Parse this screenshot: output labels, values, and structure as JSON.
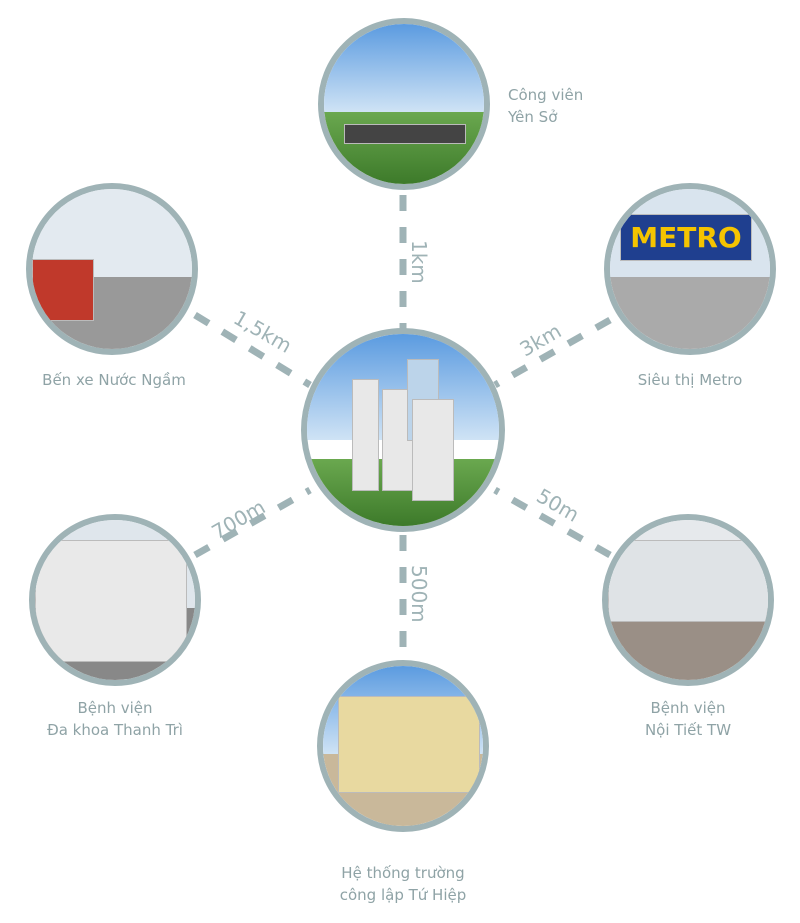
{
  "center": {
    "name": "project-render"
  },
  "destinations": [
    {
      "id": "yen-so-park",
      "lines": [
        "Công viên",
        "Yên Sở"
      ],
      "distance": "1km"
    },
    {
      "id": "metro",
      "lines": [
        "Siêu thị Metro"
      ],
      "distance": "3km"
    },
    {
      "id": "endocrine-hospital",
      "lines": [
        "Bệnh viện",
        "Nội Tiết TW"
      ],
      "distance": "50m"
    },
    {
      "id": "tu-hiep-schools",
      "lines": [
        "Hệ thống trường",
        "công lập Tứ Hiệp"
      ],
      "distance": "500m"
    },
    {
      "id": "thanh-tri-hospital",
      "lines": [
        "Bệnh viện",
        "Đa khoa Thanh Trì"
      ],
      "distance": "700m"
    },
    {
      "id": "nuoc-ngam-bus",
      "lines": [
        "Bến xe Nước Ngầm"
      ],
      "distance": "1,5km"
    }
  ],
  "colors": {
    "accent": "#9fb3b6",
    "label": "#8fa3a6"
  }
}
